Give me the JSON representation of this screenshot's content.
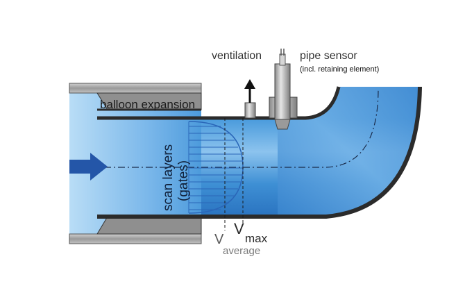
{
  "labels": {
    "ventilation": "ventilation",
    "pipe_sensor": "pipe sensor",
    "retaining_element": "(incl. retaining element)",
    "balloon_expansion": "balloon expansion",
    "scan_layers_line1": "scan layers",
    "scan_layers_line2": "(gates)",
    "v_max_symbol": "V",
    "v_max_subscript": "max",
    "v_average_symbol": "V",
    "v_average_subscript": "average"
  },
  "colors": {
    "water_light": "#a9d4f2",
    "water_mid": "#4a9bdc",
    "water_dark": "#1d66b4",
    "pipe_wall": "#2b2b2b",
    "sleeve_gray": "#a8a8a8",
    "flow_arrow": "#2456a8",
    "sensor_metal": "#b9b9b9"
  },
  "icons": {
    "flow_direction": "arrow-right-icon",
    "ventilation_direction": "arrow-up-icon",
    "sensor": "pipe-sensor-icon"
  }
}
